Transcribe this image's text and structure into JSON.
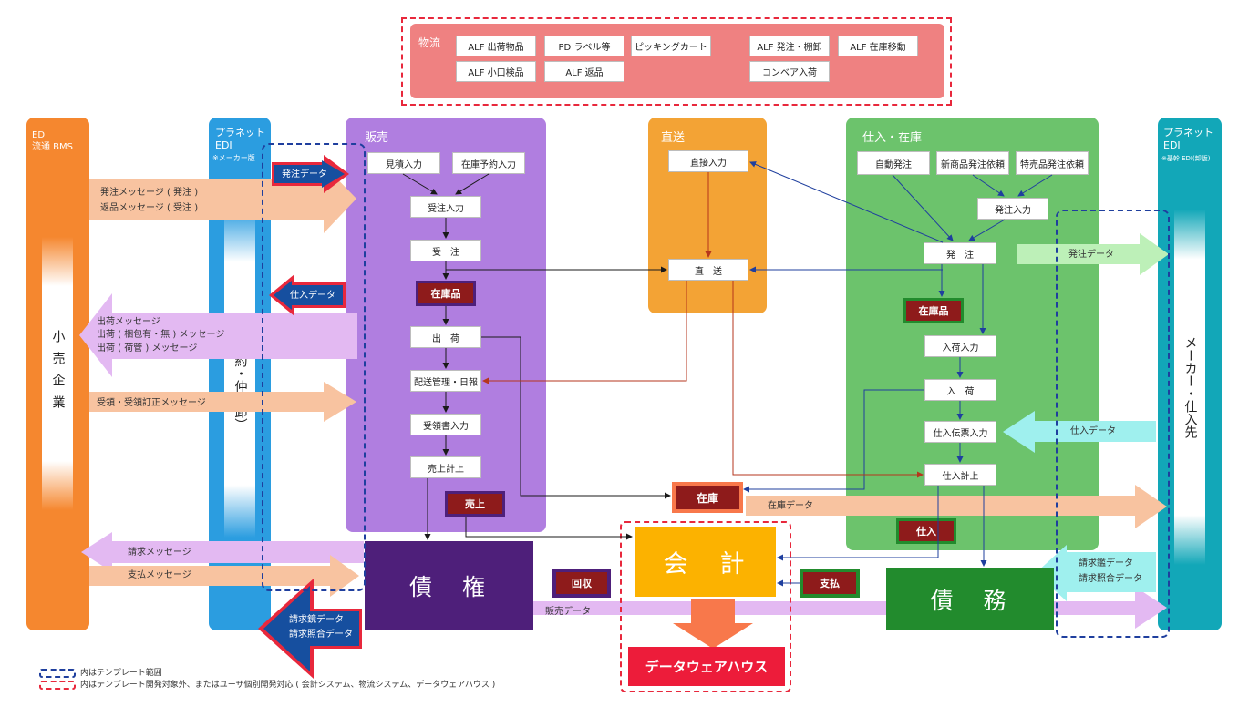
{
  "logistics": {
    "title": "物流",
    "items": [
      "ALF 出荷物品",
      "PD ラベル等",
      "ピッキングカート",
      "ALF 発注・棚卸",
      "ALF 在庫移動",
      "ALF 小口検品",
      "ALF 返品",
      "コンベア入荷"
    ]
  },
  "edi_bms": {
    "title": "EDI",
    "subtitle": "流通 BMS"
  },
  "retail": {
    "label": "小売企業"
  },
  "planet_left": {
    "title": "プラネット",
    "subtitle": "EDI",
    "note": "※メーカー版"
  },
  "wholesale": {
    "label": "卸（特約・仲間卸）"
  },
  "planet_right": {
    "title": "プラネット",
    "subtitle": "EDI",
    "note": "※基幹 EDI(卸版)"
  },
  "maker": {
    "label": "メーカー・仕入先"
  },
  "sales": {
    "title": "販売",
    "estimate": "見積入力",
    "reserve": "在庫予約入力",
    "order_entry": "受注入力",
    "order": "受　注",
    "stock": "在庫品",
    "ship": "出　荷",
    "delivery": "配送管理・日報",
    "receipt": "受領書入力",
    "sales_post": "売上計上",
    "uriage": "売上"
  },
  "direct": {
    "title": "直送",
    "entry": "直接入力",
    "direct": "直　送"
  },
  "purchase": {
    "title": "仕入・在庫",
    "auto": "自動発注",
    "new_item": "新商品発注依頼",
    "special": "特売品発注依頼",
    "po_entry": "発注入力",
    "po": "発　注",
    "stock": "在庫品",
    "arrival_entry": "入荷入力",
    "arrival": "入　荷",
    "slip": "仕入伝票入力",
    "post": "仕入計上",
    "shiire": "仕入"
  },
  "flows": {
    "po_data_in": "発注データ",
    "po_msgs": [
      "発注メッセージ ( 発注 )",
      "返品メッセージ ( 受注 )"
    ],
    "purchase_data_out": "仕入データ",
    "ship_msgs": [
      "出荷メッセージ",
      "出荷 ( 梱包有・無 ) メッセージ",
      "出荷 ( 荷管 ) メッセージ"
    ],
    "receipt_msg": "受領・受領訂正メッセージ",
    "invoice_msg": "請求メッセージ",
    "payment_msg": "支払メッセージ",
    "invoice_data": [
      "請求鏡データ",
      "請求照合データ"
    ],
    "sales_data": "販売データ",
    "inventory_data": "在庫データ",
    "po_data_out": "発注データ",
    "purchase_data_in": "仕入データ",
    "invoice_data_in": [
      "請求鑑データ",
      "請求照合データ"
    ]
  },
  "zaiko": "在庫",
  "accounting": "会　計",
  "receivable": "債　権",
  "payable": "債　務",
  "collect": "回収",
  "payment": "支払",
  "dwh": "データウェアハウス",
  "legend": {
    "template": "内はテンプレート範囲",
    "other": "内はテンプレート開発対象外、またはユーザ個別開発対応 ( 会計システム、物流システム、データウェアハウス )"
  },
  "colors": {
    "edi_orange": "#f5872f",
    "planet_blue": "#2b9de0",
    "sales_purple": "#b07ee0",
    "direct_orange": "#f3a335",
    "purchase_green": "#6cc36c",
    "planet_teal": "#12a7b8",
    "logistics_pink": "#ef8181",
    "accounting": "#fcb200",
    "receivable": "#4e1f7a",
    "payable": "#228b2d",
    "dwh": "#ed1c3a",
    "tag_red": "#8e1b1b"
  }
}
